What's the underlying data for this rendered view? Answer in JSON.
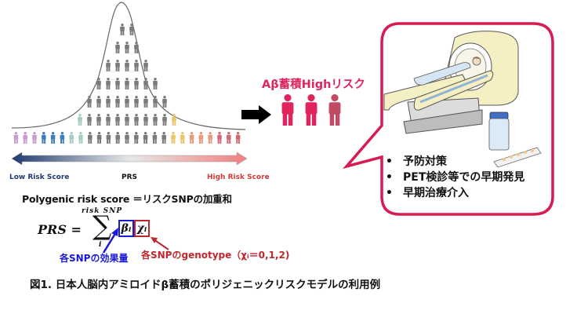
{
  "distribution": {
    "axis_low_label": "Low Risk Score",
    "axis_mid_label": "PRS",
    "axis_high_label": "High Risk Score",
    "colors": {
      "purple": "#c79ec9",
      "blue": "#3f7fb8",
      "teal": "#a6cdbf",
      "gray": "#7a7a7a",
      "yellow": "#e8c66a",
      "orange": "#e89a7a",
      "red": "#d06a74"
    },
    "rows": [
      [
        "gray",
        "gray"
      ],
      [
        "gray",
        "gray",
        "gray"
      ],
      [
        "gray",
        "gray",
        "gray",
        "gray",
        "gray"
      ],
      [
        "gray",
        "gray",
        "gray",
        "gray",
        "gray",
        "gray",
        "gray"
      ],
      [
        "gray",
        "gray",
        "gray",
        "gray",
        "gray",
        "gray",
        "gray",
        "gray",
        "gray"
      ],
      [
        "teal",
        "gray",
        "gray",
        "gray",
        "gray",
        "gray",
        "gray",
        "gray",
        "gray",
        "gray",
        "yellow"
      ],
      [
        "purple",
        "purple",
        "purple",
        "blue",
        "blue",
        "blue",
        "teal",
        "teal",
        "gray",
        "gray",
        "gray",
        "gray",
        "gray",
        "gray",
        "gray",
        "gray",
        "gray",
        "yellow",
        "yellow",
        "orange",
        "orange",
        "orange",
        "red",
        "red",
        "red"
      ]
    ],
    "arrow_gradient": [
      "#1f3a6e",
      "#e8e8e8",
      "#f07f7f"
    ]
  },
  "formula": {
    "title": "Polygenic risk score ＝リスクSNPの加重和",
    "lhs": "PRS =",
    "sigma": "∑",
    "sigma_top": "risk SNP",
    "sigma_bottom": "i",
    "beta": "βᵢ",
    "chi": "χᵢ",
    "beta_color": "#1a1ad6",
    "chi_color": "#c0262d",
    "effect_label": "各SNPの効果量",
    "genotype_label": "各SNPのgenotype（χᵢ＝0,1,2)"
  },
  "outcome": {
    "high_risk_label": "Aβ蓄積Highリスク",
    "accent": "#e0245e",
    "person_colors": [
      "#e0245e",
      "#e0245e",
      "#c24a63"
    ]
  },
  "callout": {
    "border_color": "#d81b52",
    "bullets": [
      "予防対策",
      "PET検診等での早期発見",
      "早期治療介入"
    ],
    "bullet_glyph": "•"
  },
  "caption": "図1. 日本人脳内アミロイドβ蓄積のポリジェニックリスクモデルの利用例"
}
